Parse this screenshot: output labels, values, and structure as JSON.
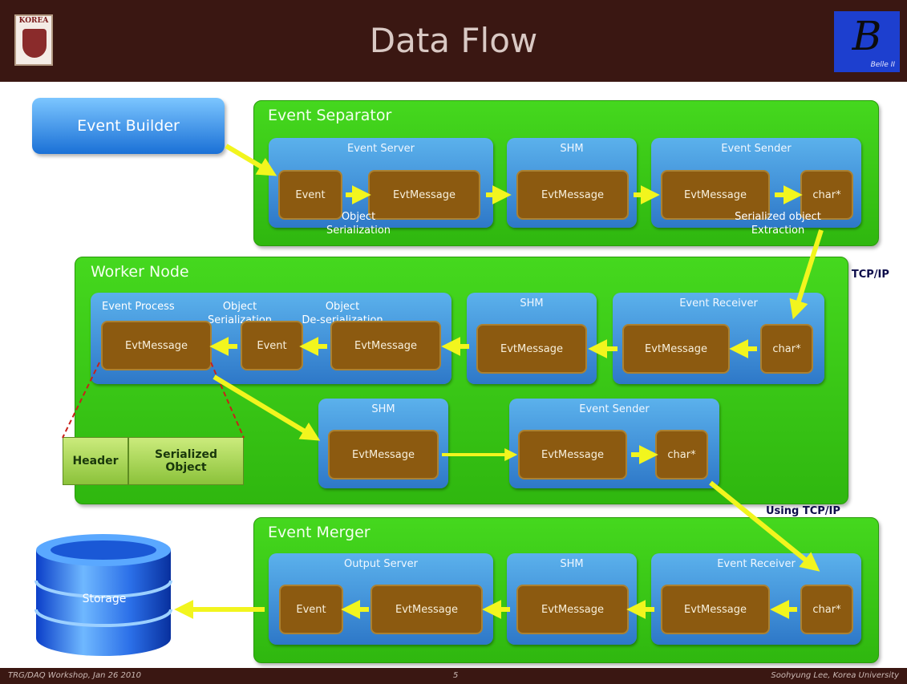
{
  "title": "Data Flow",
  "logos": {
    "left_text": "KOREA",
    "right_letter": "B",
    "right_text": "Belle II"
  },
  "footer": {
    "left": "TRG/DAQ Workshop, Jan 26 2010",
    "center": "5",
    "right": "Soohyung Lee, Korea University"
  },
  "event_builder": "Event Builder",
  "separator": {
    "label": "Event Separator",
    "event_server": {
      "label": "Event Server",
      "event": "Event",
      "evtmessage": "EvtMessage"
    },
    "shm": {
      "label": "SHM",
      "evtmessage": "EvtMessage"
    },
    "event_sender": {
      "label": "Event Sender",
      "evtmessage": "EvtMessage",
      "char": "char*"
    },
    "note_serialization": "Object\nSerialization",
    "note_extraction": "Serialized object\nExtraction"
  },
  "tcp1": "Using TCP/IP",
  "tcp2": "Using TCP/IP",
  "worker": {
    "label": "Worker Node",
    "event_process": {
      "label": "Event Process",
      "evtmessage": "EvtMessage",
      "event": "Event",
      "evtmessage2": "EvtMessage"
    },
    "note_serialization": "Object\nSerialization",
    "note_deserialization": "Object\nDe-serialization",
    "shm": {
      "label": "SHM",
      "evtmessage": "EvtMessage"
    },
    "event_receiver": {
      "label": "Event Receiver",
      "evtmessage": "EvtMessage",
      "char": "char*"
    },
    "shm2": {
      "label": "SHM",
      "evtmessage": "EvtMessage"
    },
    "event_sender": {
      "label": "Event Sender",
      "evtmessage": "EvtMessage",
      "char": "char*"
    },
    "header": "Header",
    "serialized_object": "Serialized\nObject"
  },
  "merger": {
    "label": "Event Merger",
    "output_server": {
      "label": "Output Server",
      "event": "Event",
      "evtmessage": "EvtMessage"
    },
    "shm": {
      "label": "SHM",
      "evtmessage": "EvtMessage"
    },
    "event_receiver": {
      "label": "Event Receiver",
      "evtmessage": "EvtMessage",
      "char": "char*"
    }
  },
  "storage": "Storage",
  "colors": {
    "green": "#3cc816",
    "blue": "#3d8fd6",
    "box": "#8c5a10",
    "arrow": "#f2f51e",
    "bar": "#3a1712"
  }
}
